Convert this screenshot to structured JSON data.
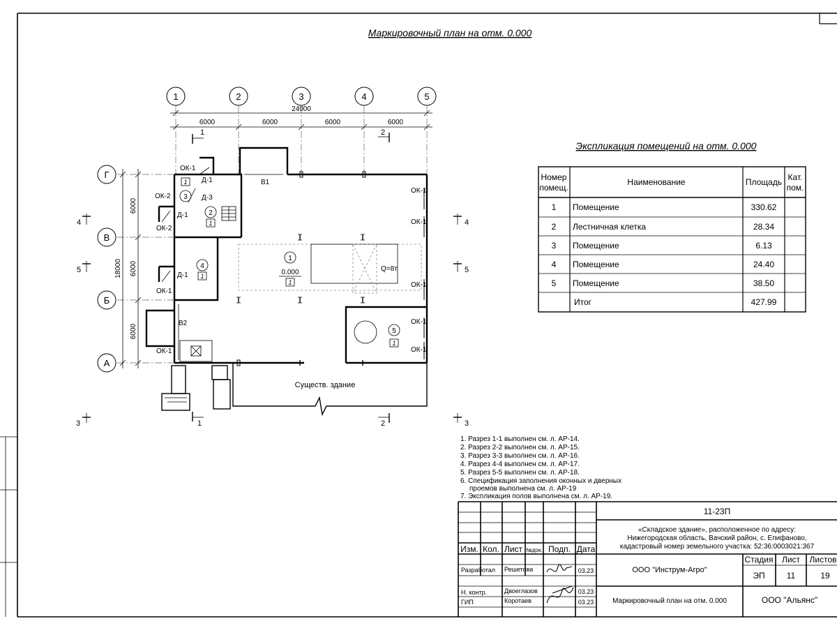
{
  "title": "Маркировочный план на отм. 0.000",
  "axes": {
    "columns": [
      "1",
      "2",
      "3",
      "4",
      "5"
    ],
    "rows": [
      "Г",
      "В",
      "Б",
      "А"
    ]
  },
  "dims": {
    "total_h": "24000",
    "spans_h": [
      "6000",
      "6000",
      "6000",
      "6000"
    ],
    "total_v": "18000",
    "spans_v": [
      "6000",
      "6000",
      "6000"
    ]
  },
  "sections": {
    "s1": "1",
    "s2": "2",
    "s3": "3",
    "s4": "4",
    "s5": "5"
  },
  "plan_labels": {
    "ok1": "ОК-1",
    "ok2": "ОК-2",
    "d1": "Д-1",
    "d3": "Д-3",
    "b1": "В1",
    "b2": "В2",
    "room1": "1",
    "room2": "2",
    "room3": "3",
    "room4": "4",
    "room5": "5",
    "tag": "1",
    "elev": "0.000",
    "crane": "Q=8т",
    "existing": "Существ. здание"
  },
  "explication": {
    "title": "Экспликация помещений на отм. 0.000",
    "headers": [
      "Номер",
      "помещ.",
      "Наименование",
      "Площадь",
      "Кат.",
      "пом."
    ],
    "rows": [
      {
        "num": "1",
        "name": "Помещение",
        "area": "330.62"
      },
      {
        "num": "2",
        "name": "Лестничная клетка",
        "area": "28.34"
      },
      {
        "num": "3",
        "name": "Помещение",
        "area": "6.13"
      },
      {
        "num": "4",
        "name": "Помещение",
        "area": "24.40"
      },
      {
        "num": "5",
        "name": "Помещение",
        "area": "38.50"
      }
    ],
    "total_label": "Итог",
    "total_area": "427.99"
  },
  "notes": [
    "1. Разрез 1-1 выполнен см. л. АР-14.",
    "2. Разрез 2-2 выполнен см. л. АР-15.",
    "3. Разрез 3-3 выполнен см. л. АР-16.",
    "4. Разрез 4-4 выполнен см. л. АР-17.",
    "5. Разрез 5-5 выполнен см. л. АР-18.",
    "6. Спецификация заполнения оконных и дверных",
    "проемов выполнена см. л. АР-19",
    "7. Экспликация полов выполнена см. л. АР-19."
  ],
  "titleblock": {
    "code": "11-23П",
    "project_1": "«Складское здание», расположенное по адресу:",
    "project_2": "Нижегородская область, Вачский район, с. Епифаново,",
    "project_3": "кадастровый номер земельного участка: 52:36:0003021:367",
    "h_izm": "Изм.",
    "h_kol": "Кол.",
    "h_list": "Лист",
    "h_ndok": "№док.",
    "h_podp": "Подп.",
    "h_data": "Дата",
    "role1": "Разработал",
    "name1": "Решетова",
    "date1": "03.23",
    "role2": "Н. контр.",
    "name2": "Двоеглазов",
    "date2": "03.23",
    "role3": "ГИП",
    "name3": "Коротаев",
    "date3": "03.23",
    "org": "ООО \"Инструм-Агро\"",
    "h_stage": "Стадия",
    "h_sheet": "Лист",
    "h_sheets": "Листов",
    "stage": "ЭП",
    "sheet": "11",
    "sheets": "19",
    "sheet_title": "Маркировочный план на отм. 0.000",
    "company": "ООО \"Альянс\""
  }
}
